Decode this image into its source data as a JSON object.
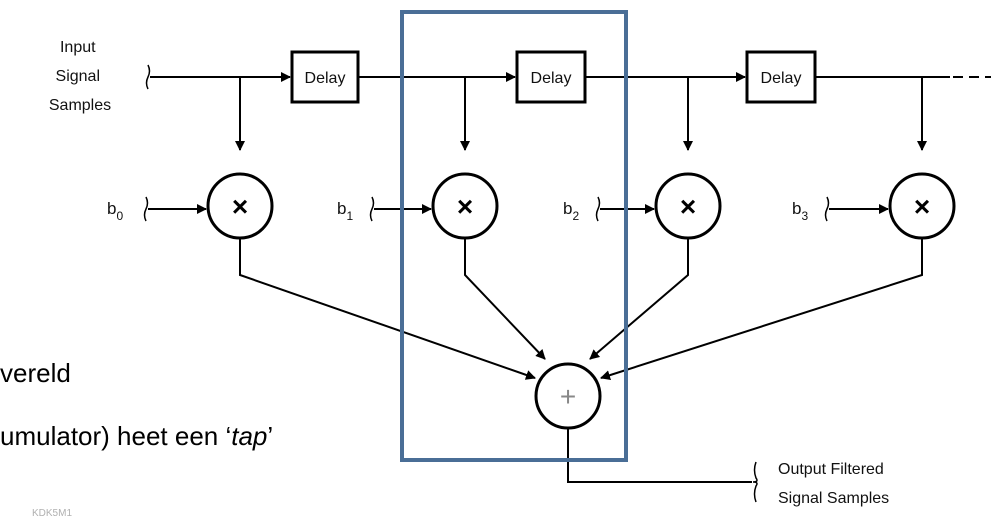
{
  "input_label": [
    "Input",
    "Signal",
    "Samples"
  ],
  "delay_label": "Delay",
  "coefficients": [
    {
      "base": "b",
      "sub": "0"
    },
    {
      "base": "b",
      "sub": "1"
    },
    {
      "base": "b",
      "sub": "2"
    },
    {
      "base": "b",
      "sub": "3"
    }
  ],
  "multiply_symbol": "×",
  "adder_symbol": "+",
  "output_label": [
    "Output Filtered",
    "Signal Samples"
  ],
  "slide_text": {
    "line1": "vereld",
    "line2_prefix": "umulator) heet een ‘",
    "line2_term": "tap",
    "line2_suffix": "’"
  },
  "faint_text": "KDK5M1",
  "colors": {
    "highlight_box": "#4a6e96",
    "lines": "#000000"
  }
}
